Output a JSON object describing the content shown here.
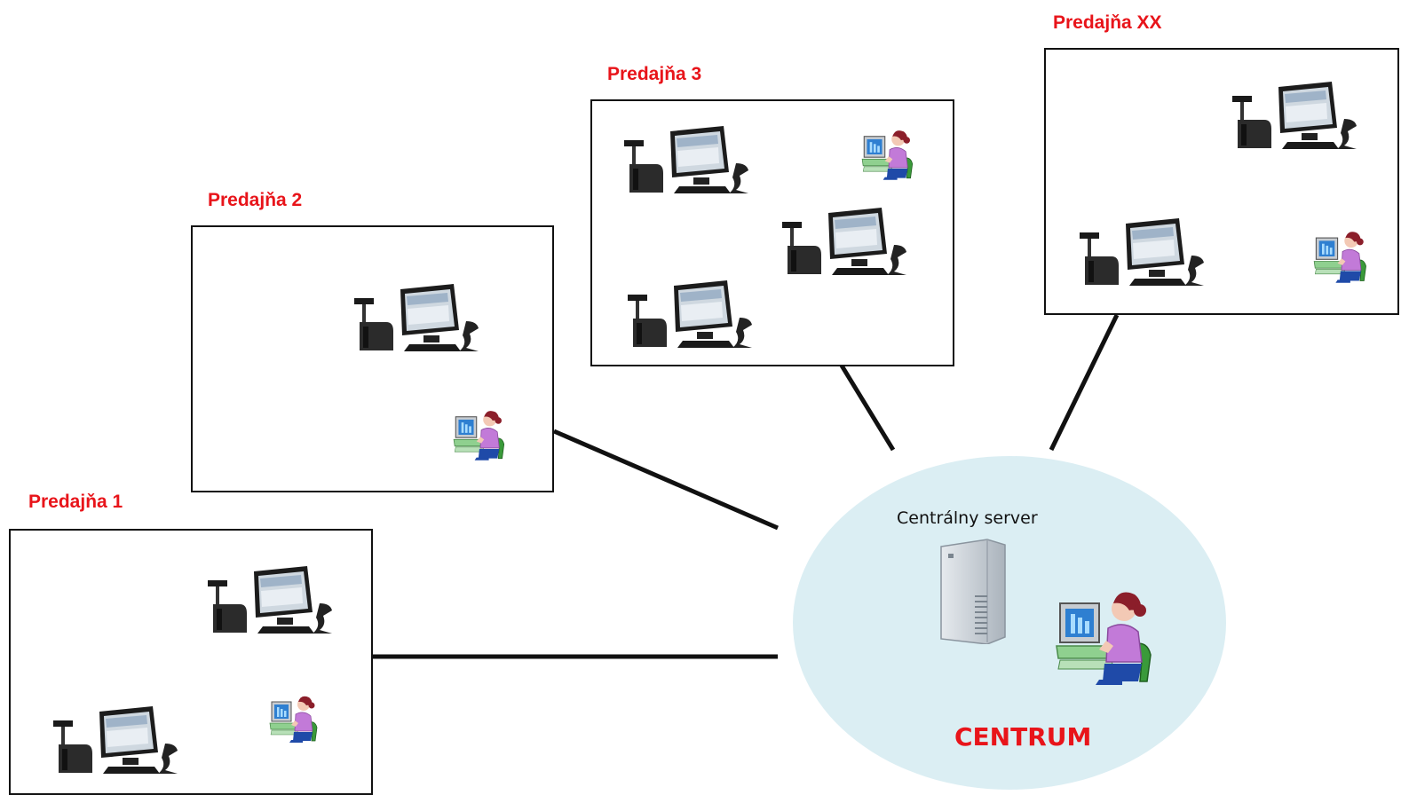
{
  "stores": [
    {
      "label": "Predajňa 1"
    },
    {
      "label": "Predajňa 2"
    },
    {
      "label": "Predajňa 3"
    },
    {
      "label": "Predajňa XX"
    }
  ],
  "center": {
    "server_label": "Centrálny server",
    "title": "CENTRUM"
  },
  "colors": {
    "label": "#e8141a",
    "ellipse": "#dbeef3",
    "line": "#111111"
  },
  "icons": [
    "pos-terminal-icon",
    "user-workstation-icon",
    "server-tower-icon"
  ]
}
